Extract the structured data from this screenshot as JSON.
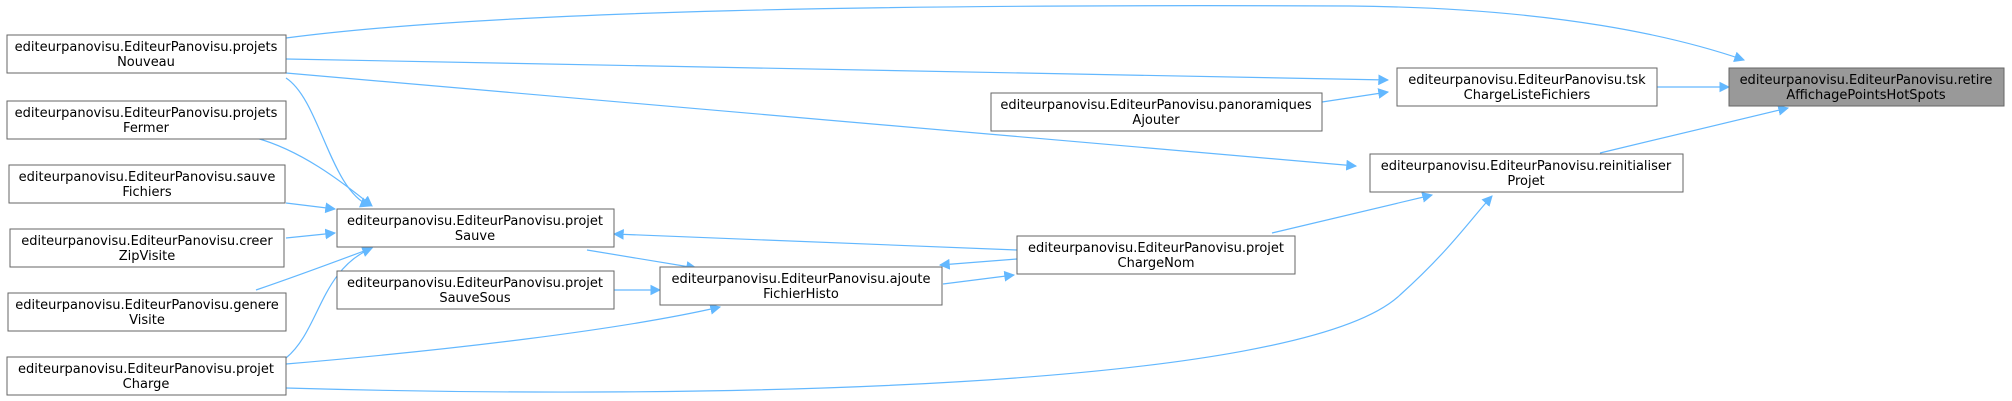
{
  "colors": {
    "edge": "#63b8ff",
    "node_border": "#666666",
    "focus_fill": "#999999",
    "node_fill": "#ffffff"
  },
  "nodes": {
    "retire": {
      "line1": "editeurpanovisu.EditeurPanovisu.retire",
      "line2": "AffichagePointsHotSpots"
    },
    "tsk": {
      "line1": "editeurpanovisu.EditeurPanovisu.tsk",
      "line2": "ChargeListeFichiers"
    },
    "panoramiques": {
      "line1": "editeurpanovisu.EditeurPanovisu.panoramiques",
      "line2": "Ajouter"
    },
    "reinitialiser": {
      "line1": "editeurpanovisu.EditeurPanovisu.reinitialiser",
      "line2": "Projet"
    },
    "projetsNouveau": {
      "line1": "editeurpanovisu.EditeurPanovisu.projets",
      "line2": "Nouveau"
    },
    "projetsFermer": {
      "line1": "editeurpanovisu.EditeurPanovisu.projets",
      "line2": "Fermer"
    },
    "sauveFichiers": {
      "line1": "editeurpanovisu.EditeurPanovisu.sauve",
      "line2": "Fichiers"
    },
    "creerZip": {
      "line1": "editeurpanovisu.EditeurPanovisu.creer",
      "line2": "ZipVisite"
    },
    "genereVisite": {
      "line1": "editeurpanovisu.EditeurPanovisu.genere",
      "line2": "Visite"
    },
    "projetCharge": {
      "line1": "editeurpanovisu.EditeurPanovisu.projet",
      "line2": "Charge"
    },
    "projetSauve": {
      "line1": "editeurpanovisu.EditeurPanovisu.projet",
      "line2": "Sauve"
    },
    "projetSauveSous": {
      "line1": "editeurpanovisu.EditeurPanovisu.projet",
      "line2": "SauveSous"
    },
    "ajouteFichierHisto": {
      "line1": "editeurpanovisu.EditeurPanovisu.ajoute",
      "line2": "FichierHisto"
    },
    "projetChargeNom": {
      "line1": "editeurpanovisu.EditeurPanovisu.projet",
      "line2": "ChargeNom"
    }
  }
}
